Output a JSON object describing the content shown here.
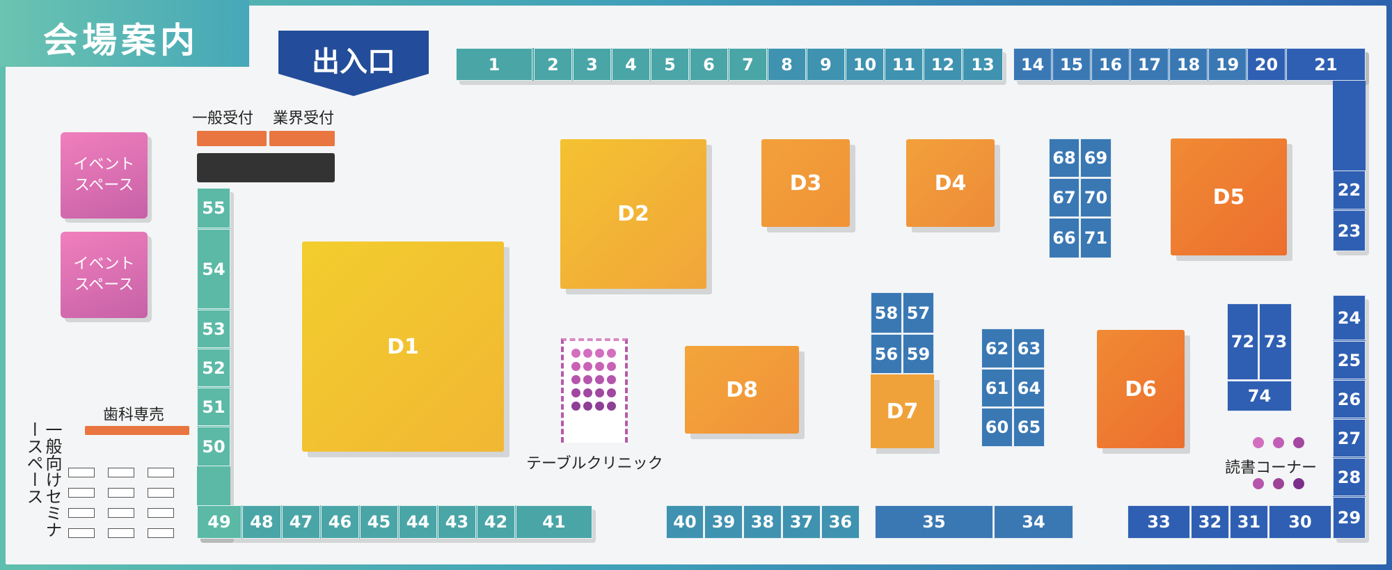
{
  "title": "会場案内",
  "entrance": "出入口",
  "reception": {
    "general": "一般受付",
    "industry": "業界受付"
  },
  "event_space": [
    "イベント",
    "スペース"
  ],
  "dental_sales": "歯科専売",
  "seminar_space": [
    "一般向け",
    "セミナースペース"
  ],
  "table_clinic": "テーブルクリニック",
  "reading_corner": "読書コーナー",
  "booths": {
    "D1": "D1",
    "D2": "D2",
    "D3": "D3",
    "D4": "D4",
    "D5": "D5",
    "D6": "D6",
    "D7": "D7",
    "D8": "D8"
  },
  "stalls": [
    "1",
    "2",
    "3",
    "4",
    "5",
    "6",
    "7",
    "8",
    "9",
    "10",
    "11",
    "12",
    "13",
    "14",
    "15",
    "16",
    "17",
    "18",
    "19",
    "20",
    "21",
    "22",
    "23",
    "24",
    "25",
    "26",
    "27",
    "28",
    "29",
    "30",
    "31",
    "32",
    "33",
    "34",
    "35",
    "36",
    "37",
    "38",
    "39",
    "40",
    "41",
    "42",
    "43",
    "44",
    "45",
    "46",
    "47",
    "48",
    "49",
    "50",
    "51",
    "52",
    "53",
    "54",
    "55",
    "56",
    "57",
    "58",
    "59",
    "60",
    "61",
    "62",
    "63",
    "64",
    "65",
    "66",
    "67",
    "68",
    "69",
    "70",
    "71",
    "72",
    "73",
    "74"
  ],
  "colors": {
    "teal": "#4aa5a7",
    "blue": "#3a78b4",
    "navy": "#2f5fb2",
    "yellow": "#f2c230",
    "orange": "#ef7a2e",
    "pink": "#e576b6",
    "purple": "#8e3f96"
  }
}
